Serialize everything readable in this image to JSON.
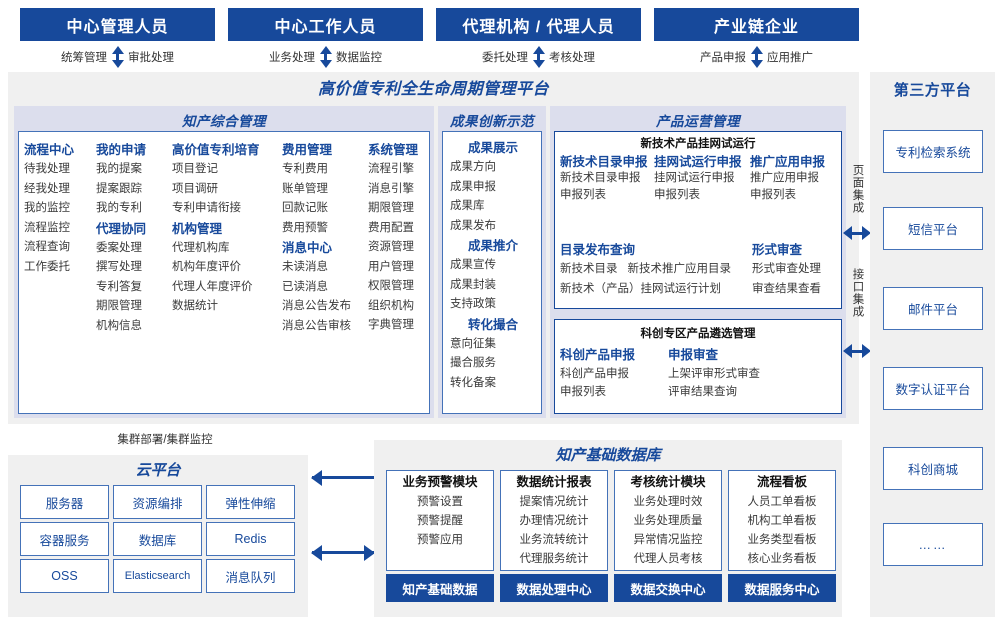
{
  "roles": [
    {
      "title": "中心管理人员",
      "left_label": "统筹管理",
      "right_label": "审批处理"
    },
    {
      "title": "中心工作人员",
      "left_label": "业务处理",
      "right_label": "数据监控"
    },
    {
      "title": "代理机构 / 代理人员",
      "left_label": "委托处理",
      "right_label": "考核处理"
    },
    {
      "title": "产业链企业",
      "left_label": "产品申报",
      "right_label": "应用推广"
    }
  ],
  "platform": {
    "title": "高价值专利全生命周期管理平台",
    "groups": {
      "ip_mgmt": {
        "title": "知产综合管理",
        "columns": [
          {
            "head": "流程中心",
            "items": [
              "待我处理",
              "经我处理",
              "我的监控",
              "流程监控",
              "流程查询",
              "工作委托"
            ]
          },
          {
            "head": "我的申请",
            "items": [
              "我的提案",
              "提案跟踪",
              "我的专利"
            ],
            "head2": "代理协同",
            "items2": [
              "委案处理",
              "撰写处理",
              "专利答复",
              "期限管理",
              "机构信息"
            ]
          },
          {
            "head": "高价值专利培育",
            "items": [
              "项目登记",
              "项目调研",
              "专利申请衔接"
            ],
            "head2": "机构管理",
            "items2": [
              "代理机构库",
              "机构年度评价",
              "代理人年度评价",
              "数据统计"
            ]
          },
          {
            "head": "费用管理",
            "items": [
              "专利费用",
              "账单管理",
              "回款记账",
              "费用预警"
            ],
            "head2": "消息中心",
            "items2": [
              "未读消息",
              "已读消息",
              "消息公告发布",
              "消息公告审核"
            ]
          },
          {
            "head": "系统管理",
            "items": [
              "流程引擎",
              "消息引擎",
              "期限管理",
              "费用配置",
              "资源管理",
              "用户管理",
              "权限管理",
              "组织机构",
              "字典管理"
            ]
          }
        ]
      },
      "achievement": {
        "title": "成果创新示范",
        "blocks": [
          {
            "head": "成果展示",
            "items": [
              "成果方向",
              "成果申报",
              "成果库",
              "成果发布"
            ]
          },
          {
            "head": "成果推介",
            "items": [
              "成果宣传",
              "成果封装",
              "支持政策"
            ]
          },
          {
            "head": "转化撮合",
            "items": [
              "意向征集",
              "撮合服务",
              "转化备案"
            ]
          }
        ]
      },
      "product_ops": {
        "title": "产品运营管理",
        "panel1": {
          "title": "新技术产品挂网试运行",
          "row1": [
            {
              "head": "新技术目录申报",
              "items": [
                "新技术目录申报",
                "申报列表"
              ]
            },
            {
              "head": "挂网试运行申报",
              "items": [
                "挂网试运行申报",
                "申报列表"
              ]
            },
            {
              "head": "推广应用申报",
              "items": [
                "推广应用申报",
                "申报列表"
              ]
            }
          ],
          "row2_left": {
            "head": "目录发布查询",
            "items": [
              "新技术目录",
              "新技术推广应用目录",
              "新技术（产品）挂网试运行计划"
            ]
          },
          "row2_right": {
            "head": "形式审查",
            "items": [
              "形式审查处理",
              "审查结果查看"
            ]
          }
        },
        "panel2": {
          "title": "科创专区产品遴选管理",
          "cols": [
            {
              "head": "科创产品申报",
              "items": [
                "科创产品申报",
                "申报列表"
              ]
            },
            {
              "head": "申报审查",
              "items": [
                "上架评审形式审查",
                "评审结果查询"
              ]
            }
          ]
        }
      }
    },
    "integration": [
      {
        "label": "页面集成"
      },
      {
        "label": "接口集成"
      }
    ]
  },
  "third_party": {
    "title": "第三方平台",
    "items": [
      "专利检索系统",
      "短信平台",
      "邮件平台",
      "数字认证平台",
      "科创商城",
      "……"
    ]
  },
  "cloud": {
    "cluster_label": "集群部署/集群监控",
    "title": "云平台",
    "cells": [
      "服务器",
      "资源编排",
      "弹性伸缩",
      "容器服务",
      "数据库",
      "Redis",
      "OSS",
      "Elasticsearch",
      "消息队列"
    ]
  },
  "database": {
    "title": "知产基础数据库",
    "columns": [
      {
        "head": "业务预警模块",
        "items": [
          "预警设置",
          "预警提醒",
          "预警应用"
        ],
        "foot": "知产基础数据"
      },
      {
        "head": "数据统计报表",
        "items": [
          "提案情况统计",
          "办理情况统计",
          "业务流转统计",
          "代理服务统计"
        ],
        "foot": "数据处理中心"
      },
      {
        "head": "考核统计模块",
        "items": [
          "业务处理时效",
          "业务处理质量",
          "异常情况监控",
          "代理人员考核"
        ],
        "foot": "数据交换中心"
      },
      {
        "head": "流程看板",
        "items": [
          "人员工单看板",
          "机构工单看板",
          "业务类型看板",
          "核心业务看板"
        ],
        "foot": "数据服务中心"
      }
    ]
  },
  "colors": {
    "brand_blue": "#17499b",
    "panel_border": "#4472b8",
    "group_bg": "#dcdeed",
    "shell_bg": "#f0f0f0"
  }
}
